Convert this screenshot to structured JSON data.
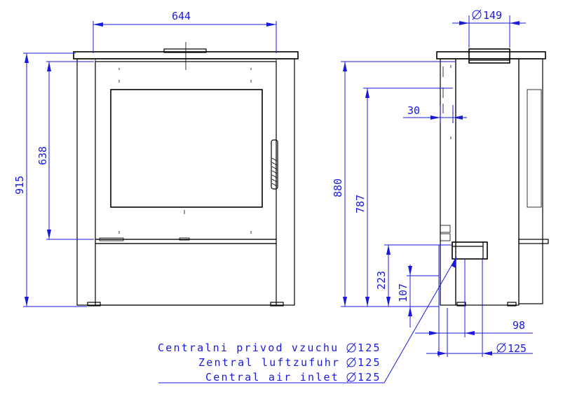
{
  "dimensions": {
    "front_width": "644",
    "front_height": "915",
    "door_height": "638",
    "side_height": "880",
    "side_flue_height": "787",
    "flue_diameter": "149",
    "flue_offset": "30",
    "inlet_height": "223",
    "inlet_center": "107",
    "inlet_offset": "98",
    "inlet_diameter": "125"
  },
  "notes": {
    "line_cz": "Centralni privod vzuchu",
    "line_de": "Zentral luftzufuhr",
    "line_en": "Central air inlet",
    "diameter_value": "125"
  },
  "colors": {
    "dimension": "#1a1adc",
    "object": "#000000"
  }
}
